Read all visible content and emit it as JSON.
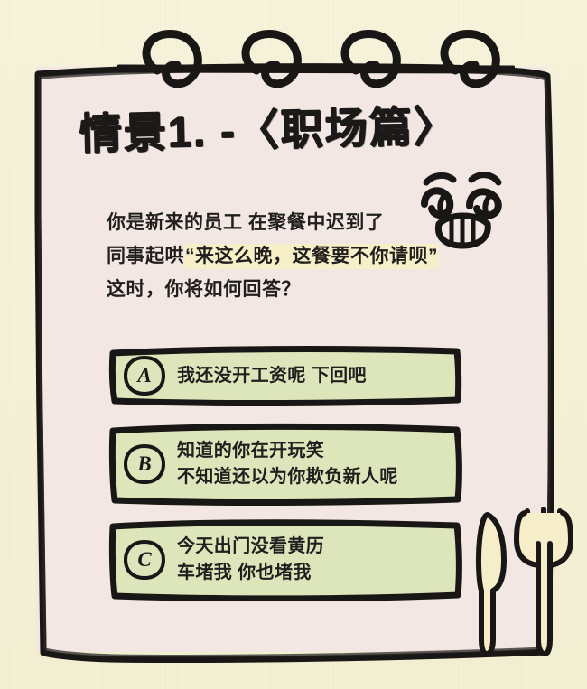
{
  "meta": {
    "title": "情景1. -〈职场篇〉",
    "background_color": "#f4f2d7",
    "card_color": "#f3e7e3",
    "ink_color": "#1c1a18",
    "option_fill_color": "#dde5bb",
    "highlight_color": "#f6efc8",
    "cutlery_fill_color": "#f6eec9"
  },
  "card": {
    "title": "情景1. -〈职场篇〉",
    "prompt": {
      "line1": "你是新来的员工 在聚餐中迟到了",
      "line2_prefix": "同事起哄",
      "line2_quote": "“来这么晚，这餐要不你请呗”",
      "line3": "这时，你将如何回答？"
    },
    "options": [
      {
        "letter": "A",
        "lines": [
          "我还没开工资呢 下回吧"
        ]
      },
      {
        "letter": "B",
        "lines": [
          "知道的你在开玩笑",
          "不知道还以为你欺负新人呢"
        ]
      },
      {
        "letter": "C",
        "lines": [
          "今天出门没看黄历",
          "车堵我 你也堵我"
        ]
      }
    ],
    "decorations": {
      "spiral_rings": "spiral-binding-rings",
      "face": "grinning-face-doodle",
      "knife": "knife-icon",
      "fork": "fork-icon"
    }
  }
}
